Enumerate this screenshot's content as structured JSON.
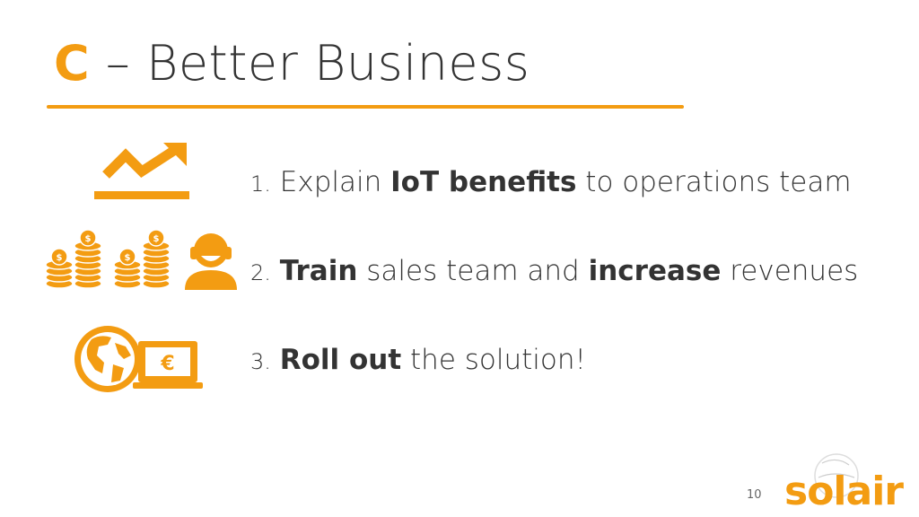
{
  "slide": {
    "title_letter": "C",
    "title_rest": " – Better Business",
    "page_number": "10",
    "accent_color": "#f39c12"
  },
  "items": [
    {
      "num": "1.",
      "parts": [
        " Explain ",
        "IoT benefits",
        " to operations team"
      ],
      "bold": [
        false,
        true,
        false
      ],
      "icon": "trending-up-chart-icon"
    },
    {
      "num": "2.",
      "parts": [
        " ",
        "Train",
        " sales team and ",
        "increase",
        " revenues"
      ],
      "bold": [
        false,
        true,
        false,
        true,
        false
      ],
      "icon": "coins-and-person-icon"
    },
    {
      "num": "3.",
      "parts": [
        " ",
        "Roll out",
        " the solution!"
      ],
      "bold": [
        false,
        true,
        false
      ],
      "icon": "globe-laptop-euro-icon"
    }
  ],
  "logo": {
    "text": "solair"
  }
}
